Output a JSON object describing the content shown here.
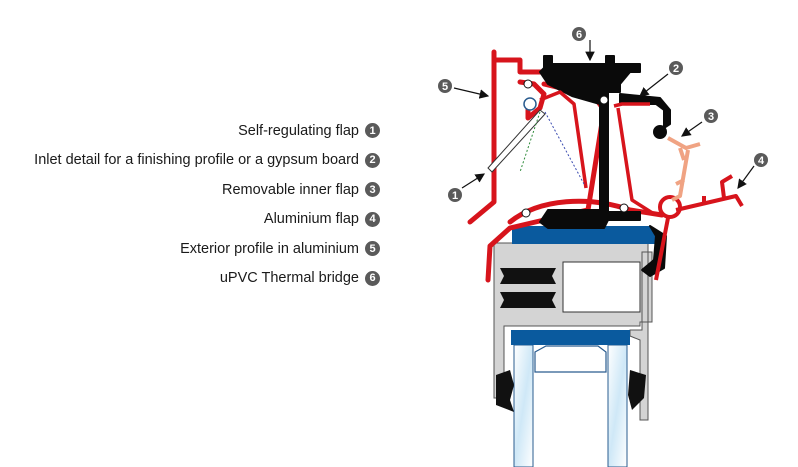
{
  "legend": {
    "items": [
      {
        "label": "Self-regulating flap",
        "number": "1"
      },
      {
        "label": "Inlet detail for a finishing profile or a gypsum board",
        "number": "2"
      },
      {
        "label": "Removable inner flap",
        "number": "3"
      },
      {
        "label": "Aluminium flap",
        "number": "4"
      },
      {
        "label": "Exterior profile in aluminium",
        "number": "5"
      },
      {
        "label": "uPVC Thermal bridge",
        "number": "6"
      }
    ]
  },
  "diagram": {
    "callouts": [
      "1",
      "2",
      "3",
      "4",
      "5",
      "6"
    ],
    "colors": {
      "aluminium_profile": "#d7141c",
      "thermal_bridge": "#0a0a0a",
      "inner_flap": "#f0a383",
      "glazing_bead": "#0a5a9e",
      "frame": "#d4d4d4",
      "glass": "#d6ecf8",
      "badge": "#5a5a5a"
    }
  }
}
